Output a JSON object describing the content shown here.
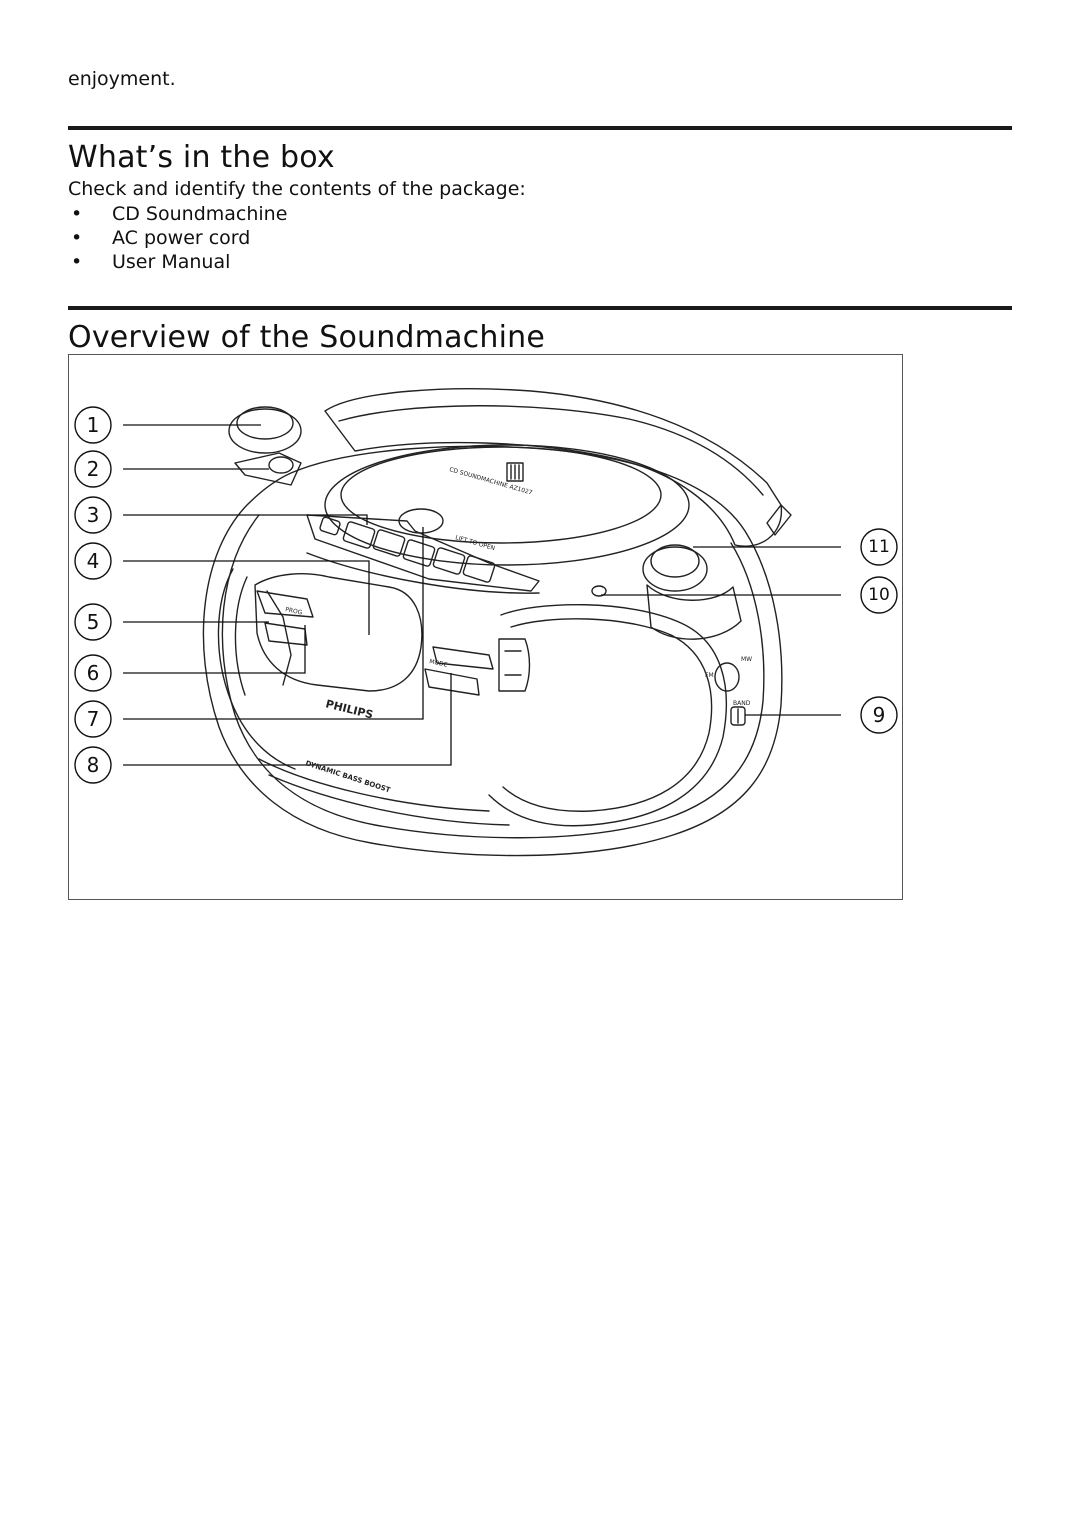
{
  "page": {
    "lead_text": "enjoyment.",
    "sections": [
      {
        "title": "What’s in the box",
        "intro": "Check and identify the contents of the package:",
        "bullet_glyph": "•",
        "items": [
          "CD Soundmachine",
          "AC power cord",
          "User Manual"
        ]
      },
      {
        "title": "Overview of the Soundmachine"
      }
    ]
  },
  "figure": {
    "callouts": [
      "1",
      "2",
      "3",
      "4",
      "5",
      "6",
      "7",
      "8",
      "9",
      "10",
      "11"
    ],
    "labels": {
      "lid_text": "CD SOUNDMACHINE AZ1027",
      "lift_to_open": "LIFT TO OPEN",
      "prog": "PROG",
      "mode": "MODE",
      "brand": "PHILIPS",
      "bass_boost": "DYNAMIC BASS BOOST",
      "fm": "FM",
      "mw": "MW",
      "band": "BAND"
    }
  }
}
